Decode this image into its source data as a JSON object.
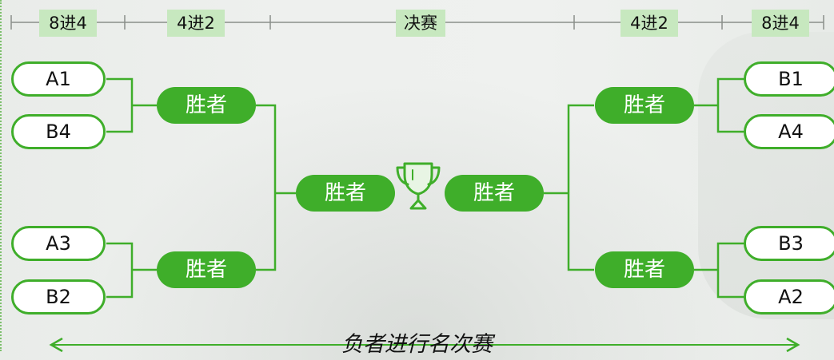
{
  "stages": {
    "left_qf": "8进4",
    "left_sf": "4进2",
    "final": "决赛",
    "right_sf": "4进2",
    "right_qf": "8进4"
  },
  "left_teams": [
    "A1",
    "B4",
    "A3",
    "B2"
  ],
  "right_teams": [
    "B1",
    "A4",
    "B3",
    "A2"
  ],
  "winner_label": "胜者",
  "bottom_note": "负者进行名次赛",
  "colors": {
    "accent": "#3fae2a",
    "header_bg": "#c7e8bf"
  },
  "icons": {
    "trophy": "trophy-icon"
  }
}
